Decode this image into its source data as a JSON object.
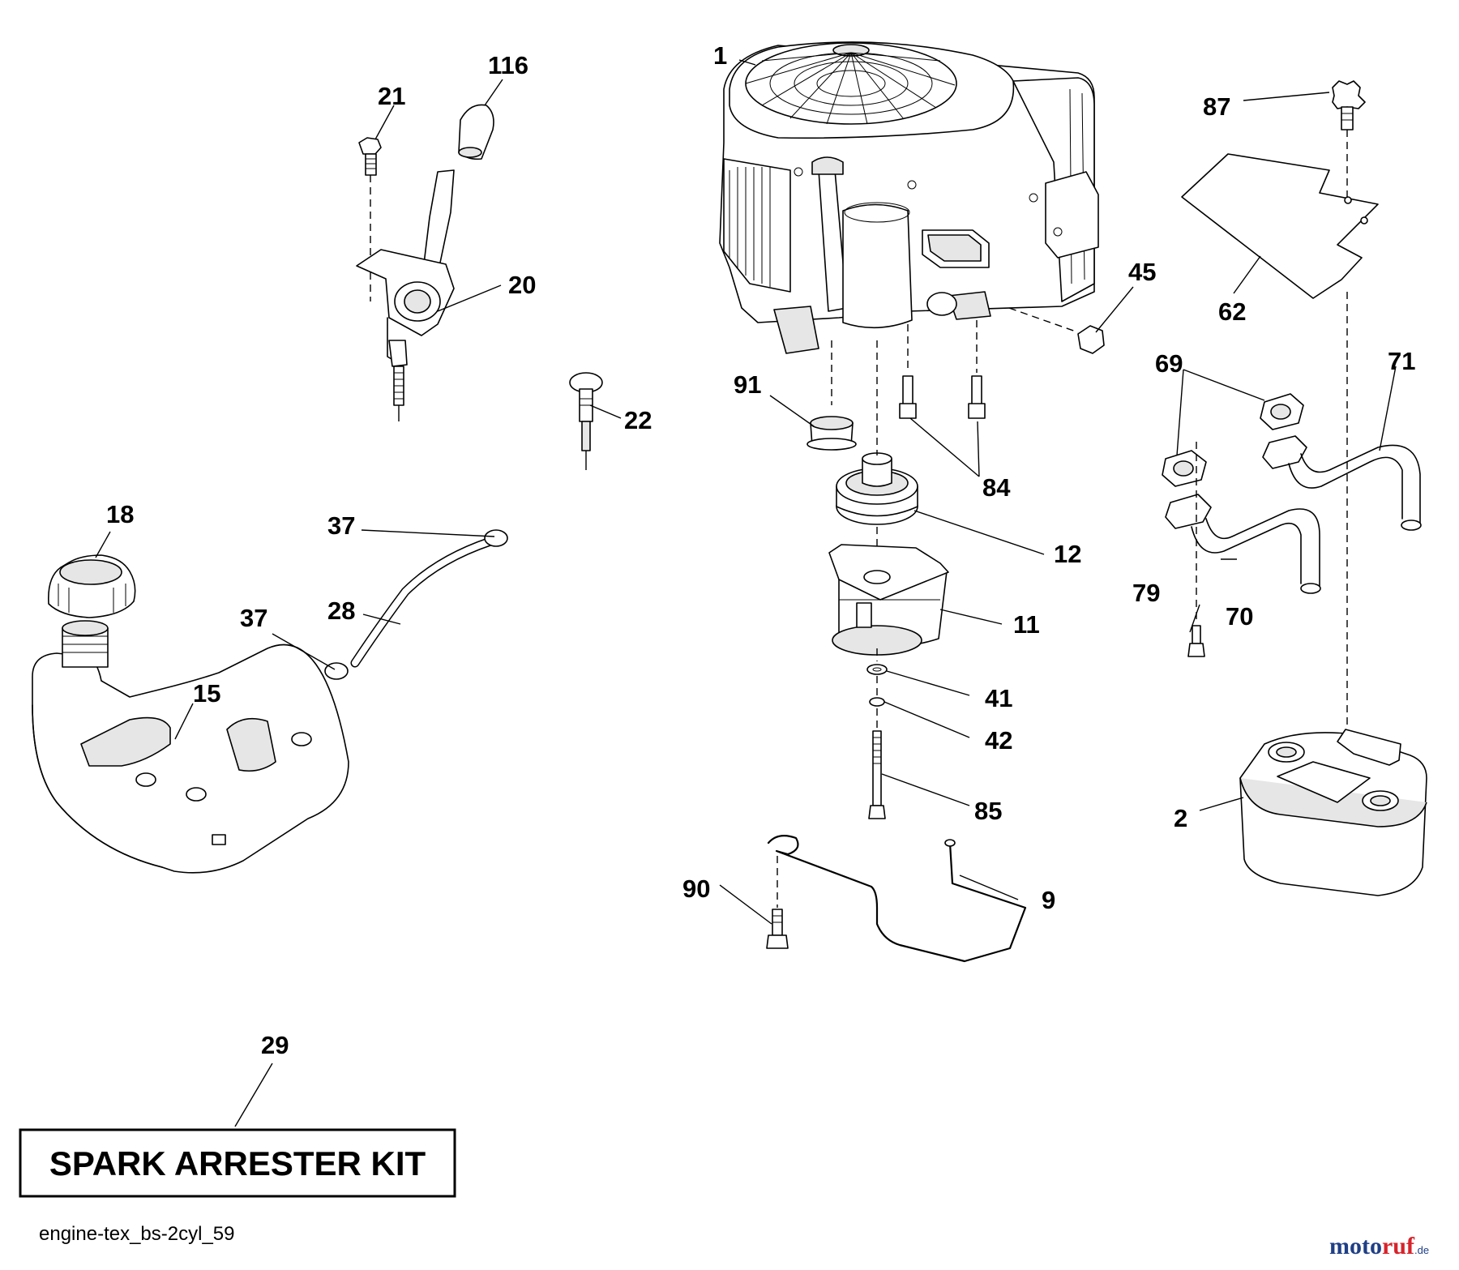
{
  "callouts": {
    "c1": "1",
    "c116": "116",
    "c21": "21",
    "c20": "20",
    "c87": "87",
    "c62": "62",
    "c45": "45",
    "c69": "69",
    "c71": "71",
    "c91": "91",
    "c84": "84",
    "c22": "22",
    "c18": "18",
    "c37a": "37",
    "c37b": "37",
    "c28": "28",
    "c12": "12",
    "c11": "11",
    "c15": "15",
    "c41": "41",
    "c42": "42",
    "c85": "85",
    "c79": "79",
    "c70": "70",
    "c2": "2",
    "c90": "90",
    "c9": "9",
    "c29": "29"
  },
  "kit_label": "SPARK ARRESTER KIT",
  "diagram_ref": "engine-tex_bs-2cyl_59",
  "watermark": {
    "part_a": "moto",
    "part_b": "ruf",
    "suffix": ".de",
    "colors": {
      "primary": "#1f3f86",
      "accent": "#d7232b"
    }
  }
}
